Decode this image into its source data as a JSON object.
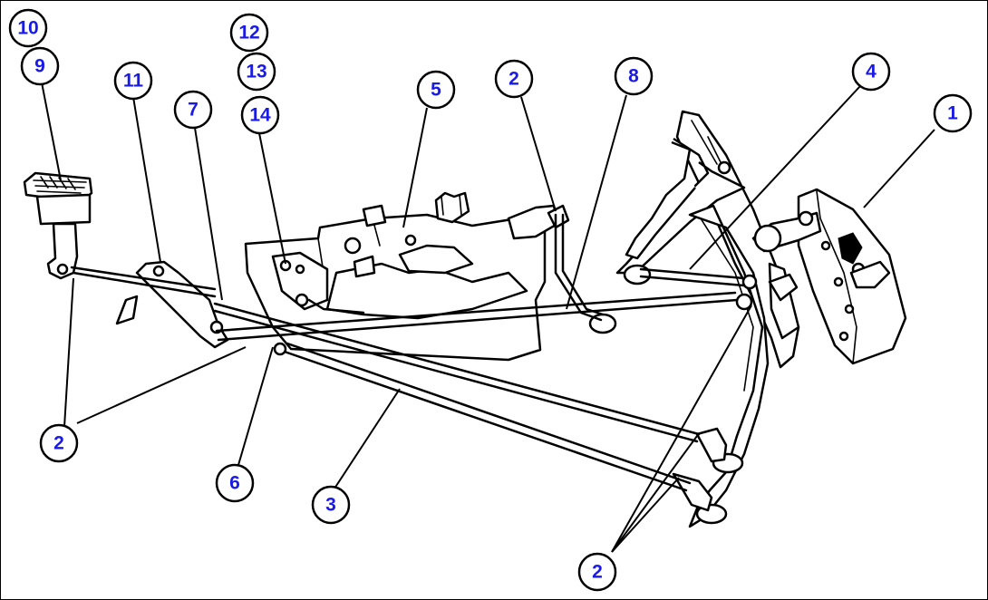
{
  "callouts": {
    "c10": "10",
    "c9": "9",
    "c12": "12",
    "c13": "13",
    "c14": "14",
    "c11": "11",
    "c7": "7",
    "c5": "5",
    "c2_top": "2",
    "c8": "8",
    "c4": "4",
    "c1": "1",
    "c2_left": "2",
    "c6": "6",
    "c3": "3",
    "c2_bottom": "2"
  },
  "colors": {
    "callout_text": "#1a1ae6",
    "line": "#000000",
    "background": "#ffffff"
  }
}
